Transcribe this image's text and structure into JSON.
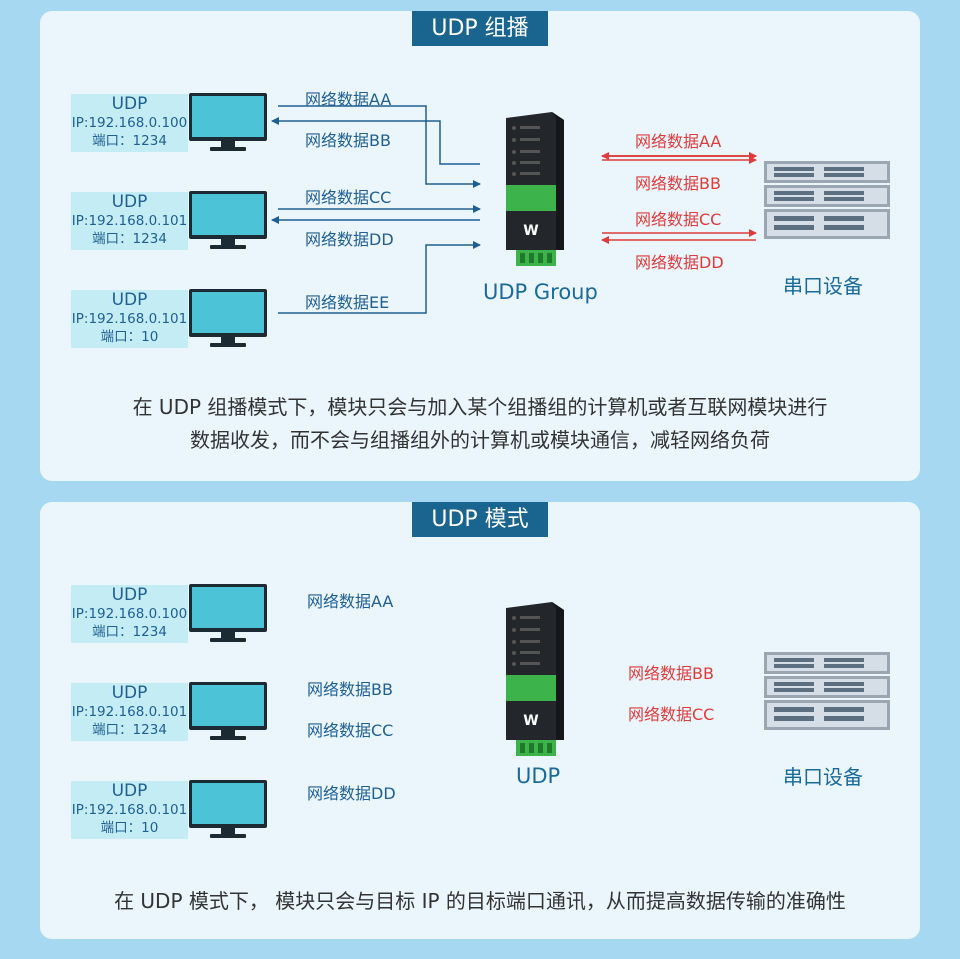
{
  "top": {
    "title": "UDP 组播",
    "pcs": [
      {
        "name": "UDP",
        "ip": "IP:192.168.0.100",
        "port": "端口：1234"
      },
      {
        "name": "UDP",
        "ip": "IP:192.168.0.101",
        "port": "端口：1234"
      },
      {
        "name": "UDP",
        "ip": "IP:192.168.0.101",
        "port": "端口：10"
      }
    ],
    "net_labels": [
      "网络数据AA",
      "网络数据BB",
      "网络数据CC",
      "网络数据DD",
      "网络数据EE"
    ],
    "serial_labels": [
      "网络数据AA",
      "网络数据BB",
      "网络数据CC",
      "网络数据DD"
    ],
    "device_name": "UDP Group",
    "serial_device": "串口设备",
    "desc_line1": "在 UDP 组播模式下，模块只会与加入某个组播组的计算机或者互联网模块进行",
    "desc_line2": "数据收发，而不会与组播组外的计算机或模块通信，减轻网络负荷"
  },
  "bottom": {
    "title": "UDP 模式",
    "pcs": [
      {
        "name": "UDP",
        "ip": "IP:192.168.0.100",
        "port": "端口：1234"
      },
      {
        "name": "UDP",
        "ip": "IP:192.168.0.101",
        "port": "端口：1234"
      },
      {
        "name": "UDP",
        "ip": "IP:192.168.0.101",
        "port": "端口：10"
      }
    ],
    "net_labels": [
      "网络数据AA",
      "网络数据BB",
      "网络数据CC",
      "网络数据DD"
    ],
    "serial_labels": [
      "网络数据BB",
      "网络数据CC"
    ],
    "device_name": "UDP",
    "serial_device": "串口设备",
    "desc": "在 UDP 模式下， 模块只会与目标 IP 的目标端口通讯，从而提高数据传输的准确性"
  },
  "colors": {
    "background": "#a6d8f1",
    "panel": "#eaf6fc",
    "title_bg": "#1a6490",
    "net_line": "#1f5f93",
    "serial_line": "#e03b3b"
  }
}
